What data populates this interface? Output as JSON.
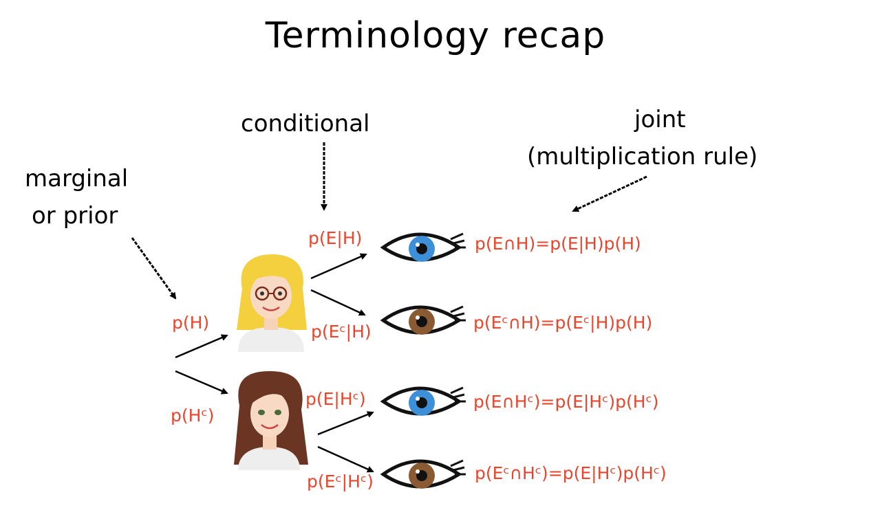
{
  "title": "Terminology recap",
  "labels": {
    "marginal_line1": "marginal",
    "marginal_line2": "or prior",
    "conditional": "conditional",
    "joint_line1": "joint",
    "joint_line2": "(multiplication rule)"
  },
  "priors": {
    "h": "p(H)",
    "hc": "p(Hᶜ)"
  },
  "conditionals": {
    "e_given_h": "p(E|H)",
    "ec_given_h": "p(Eᶜ|H)",
    "e_given_hc": "p(E|Hᶜ)",
    "ec_given_hc": "p(Eᶜ|Hᶜ)"
  },
  "joints": {
    "e_and_h": "p(E∩H)=p(E|H)p(H)",
    "ec_and_h": "p(Eᶜ∩H)=p(Eᶜ|H)p(H)",
    "e_and_hc": "p(E∩Hᶜ)=p(E|Hᶜ)p(Hᶜ)",
    "ec_and_hc": "p(Eᶜ∩Hᶜ)=p(E|Hᶜ)p(Hᶜ)"
  },
  "colors": {
    "prob_text": "#e8452c",
    "blue_iris": "#3d8fd8",
    "brown_iris": "#8a5a33",
    "blonde_hair": "#f4cf3e",
    "brunette_hair": "#6b3523"
  },
  "icons": {
    "blonde_woman": "blonde-woman-avatar",
    "brunette_woman": "brunette-woman-avatar",
    "blue_eye": "blue-eye-icon",
    "brown_eye": "brown-eye-icon"
  }
}
